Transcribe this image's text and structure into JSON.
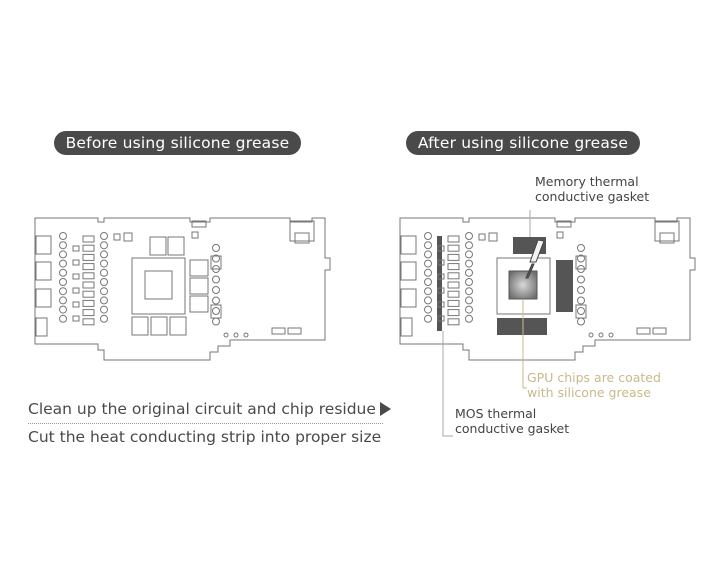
{
  "labels": {
    "before_title": "Before using silicone grease",
    "after_title": "After using silicone grease",
    "memory_line1": "Memory thermal",
    "memory_line2": "conductive gasket",
    "gpu_line1": "GPU chips are coated",
    "gpu_line2": "with silicone grease",
    "mos_line1": "MOS thermal",
    "mos_line2": "conductive gasket",
    "step1": "Clean up the original circuit and chip residue",
    "step2": "Cut the heat conducting strip into proper size"
  },
  "colors": {
    "pill_bg": "#4a4a4a",
    "board_line": "#777777",
    "pad_dark": "#555555",
    "gpu_note": "#c9b98a"
  },
  "icons": {
    "step_arrow": "triangle-right-icon"
  }
}
